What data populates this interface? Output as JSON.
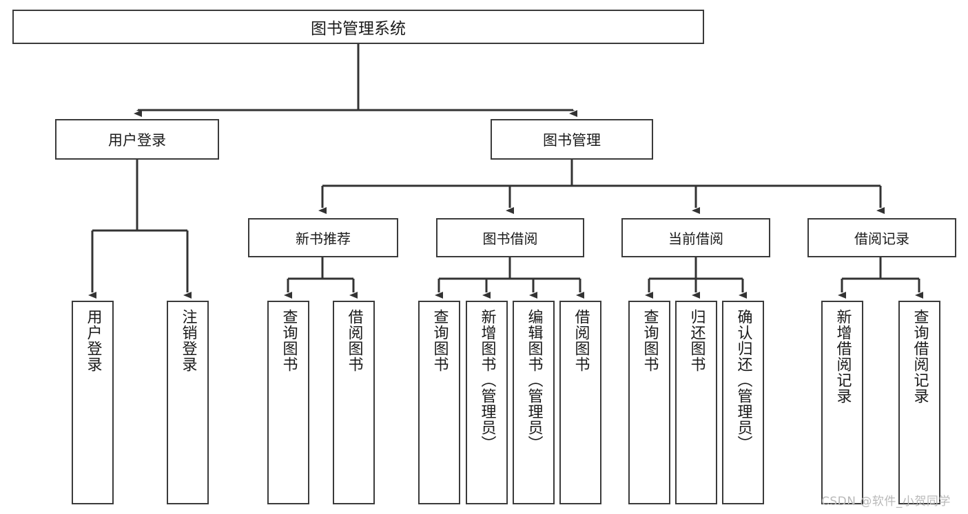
{
  "diagram": {
    "title": "图书管理系统",
    "type": "tree-hierarchy-chart",
    "watermark": "CSDN @软件_小贺同学",
    "colors": {
      "box_border": "#3a3a3a",
      "box_fill": "#ffffff",
      "connector": "#333333",
      "text": "#1a1a1a",
      "watermark": "#b9b9b9",
      "background": "#ffffff"
    }
  },
  "nodes": {
    "root": {
      "label": "图书管理系统"
    },
    "level1": [
      {
        "label": "用户登录"
      },
      {
        "label": "图书管理"
      }
    ],
    "level2": [
      {
        "label": "新书推荐"
      },
      {
        "label": "图书借阅"
      },
      {
        "label": "当前借阅"
      },
      {
        "label": "借阅记录"
      }
    ],
    "leaves": {
      "user_login": [
        {
          "label": "用户登录"
        },
        {
          "label": "注销登录"
        }
      ],
      "new_book_recommend": [
        {
          "label": "查询图书"
        },
        {
          "label": "借阅图书"
        }
      ],
      "book_borrow": [
        {
          "label": "查询图书"
        },
        {
          "label": "新增图书（管理员）"
        },
        {
          "label": "编辑图书（管理员）"
        },
        {
          "label": "借阅图书"
        }
      ],
      "current_borrow": [
        {
          "label": "查询图书"
        },
        {
          "label": "归还图书"
        },
        {
          "label": "确认归还（管理员）"
        }
      ],
      "borrow_record": [
        {
          "label": "新增借阅记录"
        },
        {
          "label": "查询借阅记录"
        }
      ]
    }
  },
  "chart_data": {
    "type": "tree",
    "title": "图书管理系统",
    "root": "图书管理系统",
    "edges": [
      {
        "from": "图书管理系统",
        "to": "用户登录"
      },
      {
        "from": "图书管理系统",
        "to": "图书管理"
      },
      {
        "from": "用户登录",
        "to": "用户登录"
      },
      {
        "from": "用户登录",
        "to": "注销登录"
      },
      {
        "from": "图书管理",
        "to": "新书推荐"
      },
      {
        "from": "图书管理",
        "to": "图书借阅"
      },
      {
        "from": "图书管理",
        "to": "当前借阅"
      },
      {
        "from": "图书管理",
        "to": "借阅记录"
      },
      {
        "from": "新书推荐",
        "to": "查询图书"
      },
      {
        "from": "新书推荐",
        "to": "借阅图书"
      },
      {
        "from": "图书借阅",
        "to": "查询图书"
      },
      {
        "from": "图书借阅",
        "to": "新增图书（管理员）"
      },
      {
        "from": "图书借阅",
        "to": "编辑图书（管理员）"
      },
      {
        "from": "图书借阅",
        "to": "借阅图书"
      },
      {
        "from": "当前借阅",
        "to": "查询图书"
      },
      {
        "from": "当前借阅",
        "to": "归还图书"
      },
      {
        "from": "当前借阅",
        "to": "确认归还（管理员）"
      },
      {
        "from": "借阅记录",
        "to": "新增借阅记录"
      },
      {
        "from": "借阅记录",
        "to": "查询借阅记录"
      }
    ],
    "levels": 4,
    "leaf_count": 13
  }
}
